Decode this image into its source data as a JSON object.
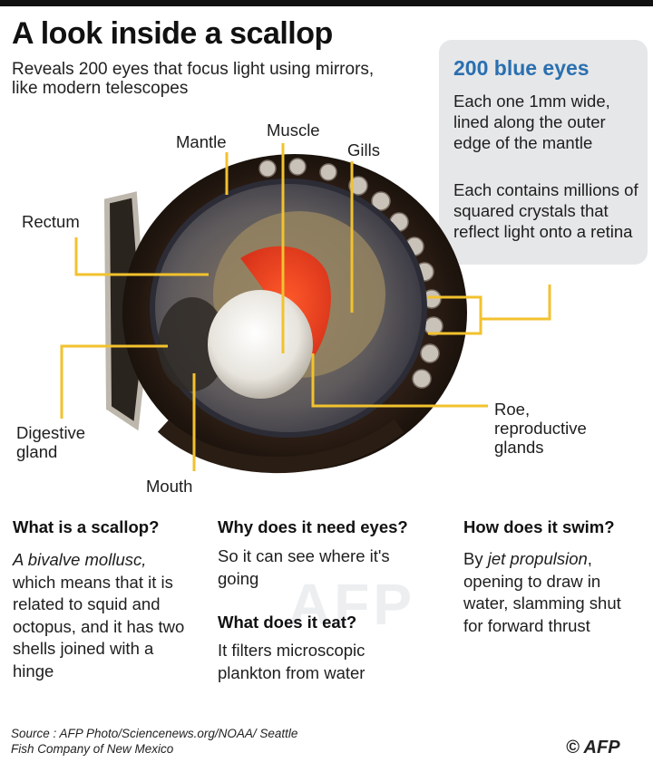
{
  "title": "A look inside a scallop",
  "subtitle": "Reveals 200 eyes that focus light using mirrors, like modern telescopes",
  "panel": {
    "title": "200 blue eyes",
    "p1": "Each one 1mm wide, lined along the outer edge of the mantle",
    "p2": "Each contains millions of squared crystals that reflect light onto a retina"
  },
  "labels": {
    "mantle": "Mantle",
    "muscle": "Muscle",
    "gills": "Gills",
    "rectum": "Rectum",
    "digestive": "Digestive gland",
    "mouth": "Mouth",
    "roe": "Roe, reproductive glands"
  },
  "columns": {
    "col1": {
      "heading": "What is a scallop?",
      "em": "A bivalve mollusc,",
      "text": "which means that it is related to squid and octopus, and it has two shells joined with a hinge"
    },
    "col2": {
      "heading": "Why does it need eyes?",
      "text": "So it can see where it's going",
      "heading2": "What does it eat?",
      "text2": "It filters microscopic plankton from water"
    },
    "col3": {
      "heading": "How does it swim?",
      "pre": "By",
      "em": "jet propulsion",
      "text": ", opening to draw in water, slamming shut for forward thrust"
    }
  },
  "watermark": "AFP",
  "source": "Source : AFP Photo/Sciencenews.org/NOAA/ Seattle Fish Company of New Mexico",
  "logo": "© AFP",
  "colors": {
    "accent_blue": "#2a6fb0",
    "leader_line": "#f2c22e",
    "panel_bg": "#e6e7e8",
    "roe": "#e63d1e"
  }
}
